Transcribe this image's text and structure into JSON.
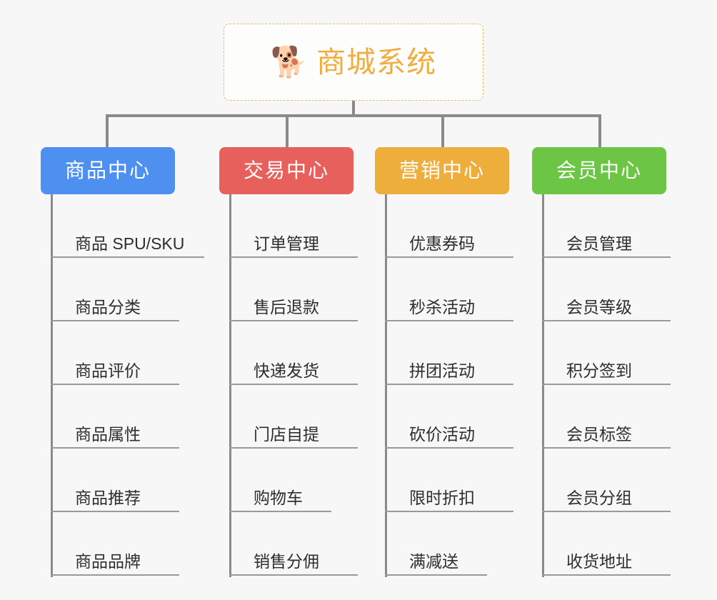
{
  "root": {
    "icon": "dog-face-icon",
    "icon_glyph": "🐕",
    "title": "商城系统",
    "border_color": "#e8bb62",
    "text_color": "#f0ad41",
    "background": "#fdfdfb"
  },
  "canvas": {
    "background": "#f7f7f7",
    "connector_color": "#8a8a8a"
  },
  "columns": [
    {
      "id": "product-center",
      "label": "商品中心",
      "color": "#4d90f0",
      "items": [
        {
          "label": "商品 SPU/SKU",
          "rule": "rule-w5"
        },
        {
          "label": "商品分类",
          "rule": "rule-w4"
        },
        {
          "label": "商品评价",
          "rule": "rule-w4"
        },
        {
          "label": "商品属性",
          "rule": "rule-w4"
        },
        {
          "label": "商品推荐",
          "rule": "rule-w4"
        },
        {
          "label": "商品品牌",
          "rule": "rule-w4"
        }
      ]
    },
    {
      "id": "trade-center",
      "label": "交易中心",
      "color": "#e8605c",
      "items": [
        {
          "label": "订单管理",
          "rule": "rule-w4"
        },
        {
          "label": "售后退款",
          "rule": "rule-w4"
        },
        {
          "label": "快递发货",
          "rule": "rule-w4"
        },
        {
          "label": "门店自提",
          "rule": "rule-w4"
        },
        {
          "label": "购物车",
          "rule": "rule-w3"
        },
        {
          "label": "销售分佣",
          "rule": "rule-w4"
        }
      ]
    },
    {
      "id": "marketing-center",
      "label": "营销中心",
      "color": "#edae3c",
      "items": [
        {
          "label": "优惠券码",
          "rule": "rule-w4"
        },
        {
          "label": "秒杀活动",
          "rule": "rule-w4"
        },
        {
          "label": "拼团活动",
          "rule": "rule-w4"
        },
        {
          "label": "砍价活动",
          "rule": "rule-w4"
        },
        {
          "label": "限时折扣",
          "rule": "rule-w4"
        },
        {
          "label": "满减送",
          "rule": "rule-w3"
        }
      ]
    },
    {
      "id": "member-center",
      "label": "会员中心",
      "color": "#6cc544",
      "items": [
        {
          "label": "会员管理",
          "rule": "rule-w4"
        },
        {
          "label": "会员等级",
          "rule": "rule-w4"
        },
        {
          "label": "积分签到",
          "rule": "rule-w4"
        },
        {
          "label": "会员标签",
          "rule": "rule-w4"
        },
        {
          "label": "会员分组",
          "rule": "rule-w4"
        },
        {
          "label": "收货地址",
          "rule": "rule-w4"
        }
      ]
    }
  ]
}
